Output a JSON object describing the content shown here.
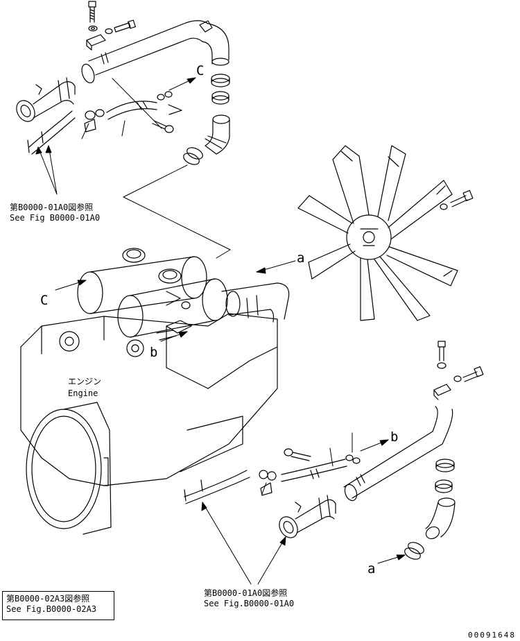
{
  "labels": {
    "ref_top_jp": "第B0000-01A0図参照",
    "ref_top_en": "See Fig B0000-01A0",
    "engine_jp": "エンジン",
    "engine_en": "Engine",
    "ref_bottom_jp": "第B0000-01A0図参照",
    "ref_bottom_en": "See Fig.B0000-01A0",
    "box_jp": "第B0000-02A3図参照",
    "box_en": "See Fig.B0000-02A3",
    "letter_a_fan": "a",
    "letter_a_bottom": "a",
    "letter_b_engine": "b",
    "letter_b_right": "b",
    "letter_c_top": "C",
    "letter_c_left": "C"
  },
  "document_number": "00091648"
}
